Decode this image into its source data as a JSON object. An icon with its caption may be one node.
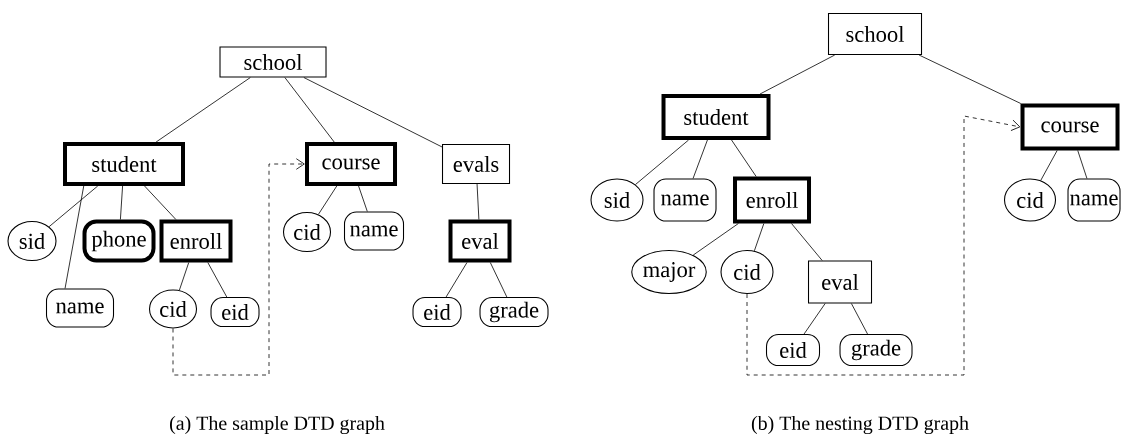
{
  "diagram": {
    "nodes": [
      {
        "text": [
          "school"
        ]
      },
      {
        "text": [
          "student"
        ]
      },
      {
        "text": [
          "course"
        ]
      },
      {
        "text": [
          "evals"
        ]
      },
      {
        "text": [
          "sid"
        ]
      },
      {
        "text": [
          "phone"
        ]
      },
      {
        "text": [
          "enroll"
        ]
      },
      {
        "text": [
          "name"
        ]
      },
      {
        "text": [
          "cid"
        ]
      },
      {
        "text": [
          "eid"
        ]
      },
      {
        "text": [
          "cid"
        ]
      },
      {
        "text": [
          "name"
        ]
      },
      {
        "text": [
          "eval"
        ]
      },
      {
        "text": [
          "eid"
        ]
      },
      {
        "text": [
          "grade"
        ]
      },
      {
        "text": [
          "school"
        ]
      },
      {
        "text": [
          "student"
        ]
      },
      {
        "text": [
          "course"
        ]
      },
      {
        "text": [
          "sid"
        ]
      },
      {
        "text": [
          "name"
        ]
      },
      {
        "text": [
          "enroll"
        ]
      },
      {
        "text": [
          "cid"
        ]
      },
      {
        "text": [
          "name"
        ]
      },
      {
        "text": [
          "major"
        ]
      },
      {
        "text": [
          "cid"
        ]
      },
      {
        "text": [
          "eval"
        ]
      },
      {
        "text": [
          "eid"
        ]
      },
      {
        "text": [
          "grade"
        ]
      }
    ],
    "edges": [
      {
        "from": 0,
        "to": 1,
        "arrow": "none"
      },
      {
        "from": 0,
        "to": 2,
        "arrow": "none"
      },
      {
        "from": 0,
        "to": 3,
        "arrow": "none"
      },
      {
        "from": 1,
        "to": 4,
        "arrow": "none"
      },
      {
        "from": 1,
        "to": 7,
        "arrow": "none"
      },
      {
        "from": 1,
        "to": 5,
        "arrow": "none"
      },
      {
        "from": 1,
        "to": 6,
        "arrow": "none"
      },
      {
        "from": 6,
        "to": 8,
        "arrow": "none"
      },
      {
        "from": 6,
        "to": 9,
        "arrow": "none"
      },
      {
        "from": 2,
        "to": 10,
        "arrow": "none"
      },
      {
        "from": 2,
        "to": 11,
        "arrow": "none"
      },
      {
        "from": 3,
        "to": 12,
        "arrow": "none"
      },
      {
        "from": 12,
        "to": 13,
        "arrow": "none"
      },
      {
        "from": 12,
        "to": 14,
        "arrow": "none"
      },
      {
        "from": 8,
        "to": 2,
        "arrow": "to",
        "style": "dashed"
      },
      {
        "from": 15,
        "to": 16,
        "arrow": "none"
      },
      {
        "from": 15,
        "to": 17,
        "arrow": "none"
      },
      {
        "from": 16,
        "to": 18,
        "arrow": "none"
      },
      {
        "from": 16,
        "to": 19,
        "arrow": "none"
      },
      {
        "from": 16,
        "to": 20,
        "arrow": "none"
      },
      {
        "from": 17,
        "to": 21,
        "arrow": "none"
      },
      {
        "from": 17,
        "to": 22,
        "arrow": "none"
      },
      {
        "from": 20,
        "to": 23,
        "arrow": "none"
      },
      {
        "from": 20,
        "to": 24,
        "arrow": "none"
      },
      {
        "from": 20,
        "to": 25,
        "arrow": "none"
      },
      {
        "from": 25,
        "to": 26,
        "arrow": "none"
      },
      {
        "from": 25,
        "to": 27,
        "arrow": "none"
      },
      {
        "from": 24,
        "to": 17,
        "arrow": "to",
        "style": "dashed"
      }
    ],
    "labels": [
      "(a) The sample DTD graph",
      "(b) The nesting DTD graph"
    ]
  }
}
